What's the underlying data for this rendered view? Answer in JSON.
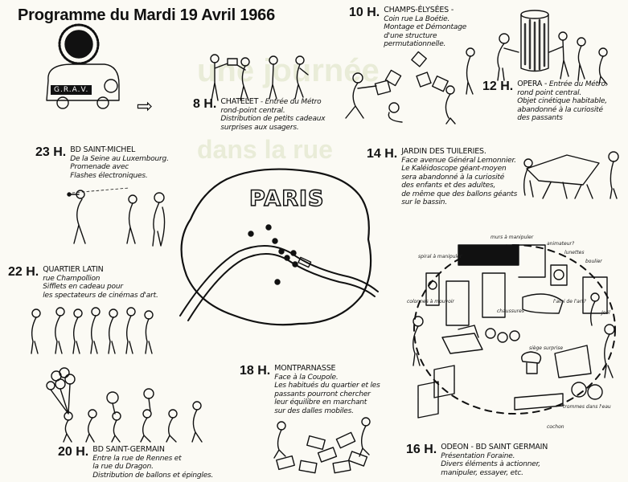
{
  "title": "Programme du Mardi 19 Avril 1966",
  "bus_label": "G.R.A.V.",
  "map_label": "PARIS",
  "background_ghost": [
    "une journée",
    "dans la rue"
  ],
  "events": [
    {
      "id": "8h",
      "hour": "8 H.",
      "place": "CHATELET",
      "lines": [
        "- Entrée du Métro",
        "rond-point central.",
        "Distribution de petits cadeaux",
        "surprises aux usagers."
      ]
    },
    {
      "id": "10h",
      "hour": "10 H.",
      "place": "CHAMPS-ÉLYSÉES -",
      "lines": [
        "Coin rue La Boétie.",
        "Montage et Démontage",
        "d'une structure",
        "permutationnelle."
      ]
    },
    {
      "id": "12h",
      "hour": "12 H.",
      "place": "OPERA -",
      "lines": [
        "Entrée du Métro.",
        "rond point central.",
        "Objet cinétique habitable,",
        "abandonné à la curiosité",
        "des passants"
      ]
    },
    {
      "id": "14h",
      "hour": "14 H.",
      "place": "JARDIN DES TUILERIES.",
      "lines": [
        "Face avenue Général Lemonnier.",
        "Le Kaléidoscope géant-moyen",
        "sera abandonné à la curiosité",
        "des enfants et des adultes,",
        "de même que des ballons géants",
        "sur le bassin."
      ]
    },
    {
      "id": "16h",
      "hour": "16 H.",
      "place": "ODEON - BD SAINT GERMAIN",
      "lines": [
        "Présentation Foraine.",
        "Divers éléments à actionner,",
        "manipuler, essayer, etc."
      ]
    },
    {
      "id": "18h",
      "hour": "18 H.",
      "place": "MONTPARNASSE",
      "lines": [
        "Face à la Coupole.",
        "Les habitués du quartier et les",
        "passants pourront chercher",
        "leur équilibre en marchant",
        "sur des dalles mobiles."
      ]
    },
    {
      "id": "20h",
      "hour": "20 H.",
      "place": "BD SAINT-GERMAIN",
      "lines": [
        "Entre la rue de Rennes et",
        "la rue du Dragon.",
        "Distribution de ballons et épingles."
      ]
    },
    {
      "id": "22h",
      "hour": "22 H.",
      "place": "QUARTIER LATIN",
      "lines": [
        "rue Champollion",
        "Sifflets en cadeau pour",
        "les spectateurs de cinémas d'art."
      ]
    },
    {
      "id": "23h",
      "hour": "23 H.",
      "place": "BD SAINT-MICHEL",
      "lines": [
        "De la Seine au Luxembourg.",
        "Promenade avec",
        "Flashes électroniques."
      ]
    }
  ],
  "odeon_labels": [
    "murs à manipuler",
    "spiral à manipuler",
    "animateur?",
    "lunettes",
    "boulier",
    "colonnes à mouvoir",
    "chaussures",
    "l'ami de l'art?",
    "Joël",
    "siège surprise",
    "trommes dans l'eau",
    "cochon"
  ]
}
